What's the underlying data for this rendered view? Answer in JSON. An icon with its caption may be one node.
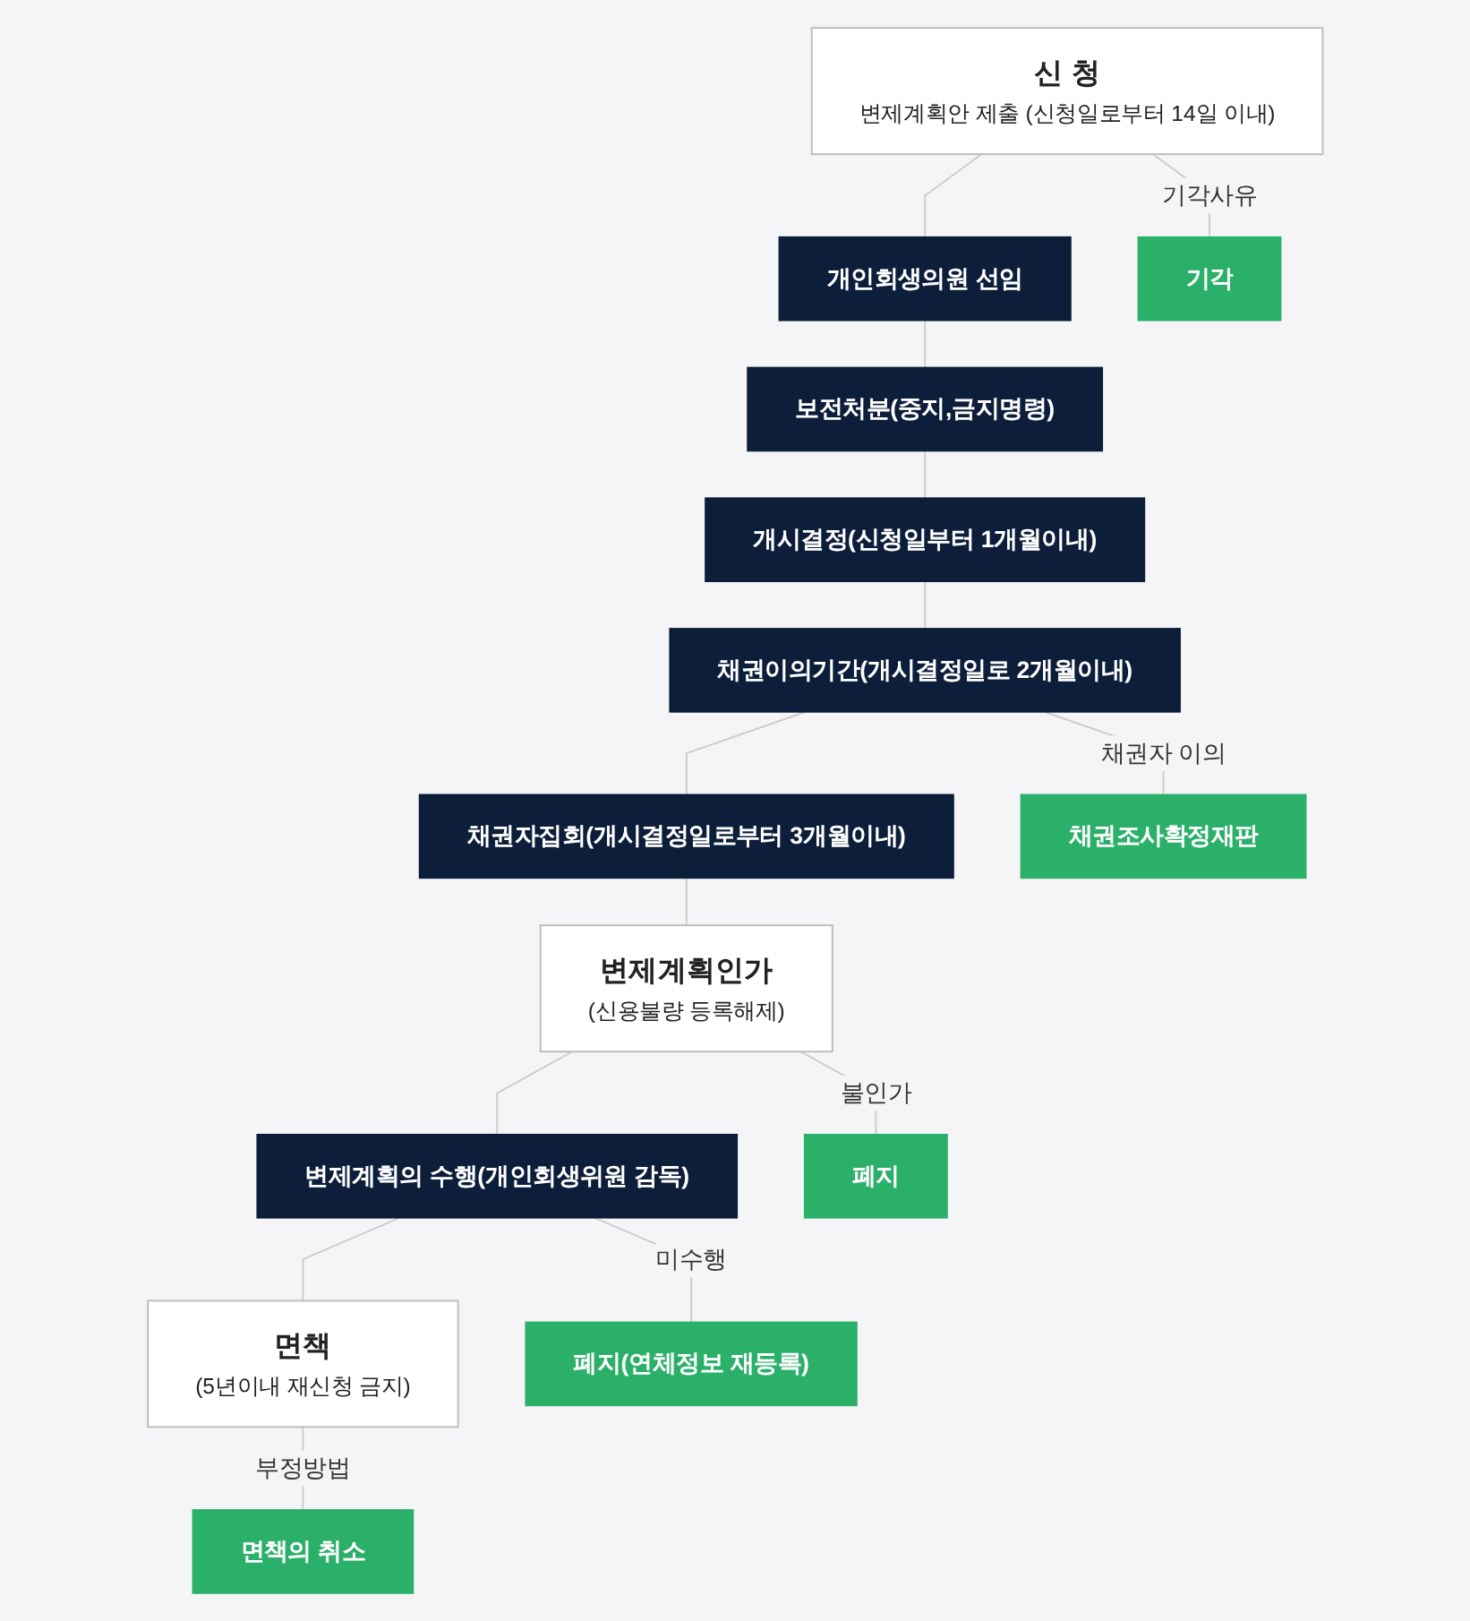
{
  "diagram": {
    "nodes": [
      {
        "text": [
          "신 청",
          "변제계획안 제출 (신청일로부터 14일 이내)"
        ]
      },
      {
        "text": [
          "기각"
        ]
      },
      {
        "text": [
          "개인회생의원 선임"
        ]
      },
      {
        "text": [
          "보전처분(중지,금지명령)"
        ]
      },
      {
        "text": [
          "개시결정(신청일부터 1개월이내)"
        ]
      },
      {
        "text": [
          "채권이의기간(개시결정일로 2개월이내)"
        ]
      },
      {
        "text": [
          "채권조사확정재판"
        ]
      },
      {
        "text": [
          "채권자집회(개시결정일로부터 3개월이내)"
        ]
      },
      {
        "text": [
          "변제계획인가",
          "(신용불량 등록해제)"
        ]
      },
      {
        "text": [
          "폐지"
        ]
      },
      {
        "text": [
          "변제계획의 수행(개인회생위원 감독)"
        ]
      },
      {
        "text": [
          "폐지(연체정보 재등록)"
        ]
      },
      {
        "text": [
          "면책",
          "(5년이내 재신청 금지)"
        ]
      },
      {
        "text": [
          "면책의 취소"
        ]
      }
    ],
    "edges": [
      {
        "from": 0,
        "to": 1,
        "arrow": "none",
        "label": "기각사유"
      },
      {
        "from": 0,
        "to": 2,
        "arrow": "none"
      },
      {
        "from": 2,
        "to": 3,
        "arrow": "none"
      },
      {
        "from": 3,
        "to": 4,
        "arrow": "none"
      },
      {
        "from": 4,
        "to": 5,
        "arrow": "none"
      },
      {
        "from": 5,
        "to": 6,
        "arrow": "none",
        "label": "채권자 이의"
      },
      {
        "from": 5,
        "to": 7,
        "arrow": "none"
      },
      {
        "from": 7,
        "to": 8,
        "arrow": "none"
      },
      {
        "from": 8,
        "to": 9,
        "arrow": "none",
        "label": "불인가"
      },
      {
        "from": 8,
        "to": 10,
        "arrow": "none"
      },
      {
        "from": 10,
        "to": 11,
        "arrow": "none",
        "label": "미수행"
      },
      {
        "from": 10,
        "to": 12,
        "arrow": "none"
      },
      {
        "from": 12,
        "to": 13,
        "arrow": "none",
        "label": "부정방법"
      }
    ]
  }
}
